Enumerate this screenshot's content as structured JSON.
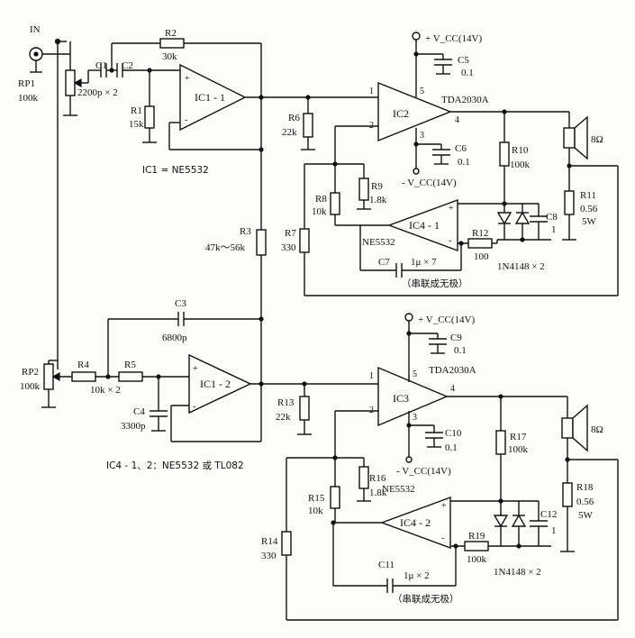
{
  "labels": {
    "in": "IN",
    "rp1": "RP1",
    "rp1_v": "100k",
    "c1": "C1",
    "c2": "C2",
    "c1c2_v": "2200p × 2",
    "r1": "R1",
    "r1_v": "15k",
    "r2": "R2",
    "r2_v": "30k",
    "ic1_1": "IC1 - 1",
    "ic1_note": "IC1 = NE5532",
    "r3": "R3",
    "r3_v": "47k～56k",
    "r6": "R6",
    "r6_v": "22k",
    "ic2": "IC2",
    "tda1": "TDA2030A",
    "vcc_pos1": "+ V_CC(14V)",
    "vcc_neg1": "- V_CC(14V)",
    "c5": "C5",
    "c5_v": "0.1",
    "c6": "C6",
    "c6_v": "0.1",
    "r10": "R10",
    "r10_v": "100k",
    "spk1": "8Ω",
    "r11": "R11",
    "r11_v": "0.56",
    "r11_w": "5W",
    "r8": "R8",
    "r8_v": "10k",
    "r9": "R9",
    "r9_v": "1.8k",
    "r7": "R7",
    "r7_v": "330",
    "ic4_1": "IC4 - 1",
    "ne5532_1": "NE5532",
    "r12": "R12",
    "r12_v": "100",
    "c8": "C8",
    "c8_v": "1",
    "c7": "C7",
    "c7_v": "1μ × 7",
    "c7_note": "（串联成无极）",
    "diodes1": "1N4148 × 2",
    "c3": "C3",
    "c3_v": "6800p",
    "rp2": "RP2",
    "rp2_v": "100k",
    "r4": "R4",
    "r5": "R5",
    "r4r5_v": "10k × 2",
    "c4": "C4",
    "c4_v": "3300p",
    "ic1_2": "IC1 - 2",
    "ic4_note": "IC4 - 1、2：NE5532 或 TL082",
    "r13": "R13",
    "r13_v": "22k",
    "ic3": "IC3",
    "tda2": "TDA2030A",
    "vcc_pos2": "+ V_CC(14V)",
    "vcc_neg2": "- V_CC(14V)",
    "c9": "C9",
    "c9_v": "0.1",
    "c10": "C10",
    "c10_v": "0.1",
    "r17": "R17",
    "r17_v": "100k",
    "spk2": "8Ω",
    "r18": "R18",
    "r18_v": "0.56",
    "r18_w": "5W",
    "ne5532_2": "NE5532",
    "r16": "R16",
    "r16_v": "1.8k",
    "r15": "R15",
    "r15_v": "10k",
    "r14": "R14",
    "r14_v": "330",
    "ic4_2": "IC4 - 2",
    "r19": "R19",
    "r19_v": "100k",
    "c12": "C12",
    "c12_v": "1",
    "c11": "C11",
    "c11_v": "1μ × 2",
    "c11_note": "（串联成无极）",
    "diodes2": "1N4148 × 2",
    "pin1": "1",
    "pin2": "2",
    "pin3": "3",
    "pin4": "4",
    "pin5": "5",
    "plus": "+",
    "minus": "-"
  }
}
